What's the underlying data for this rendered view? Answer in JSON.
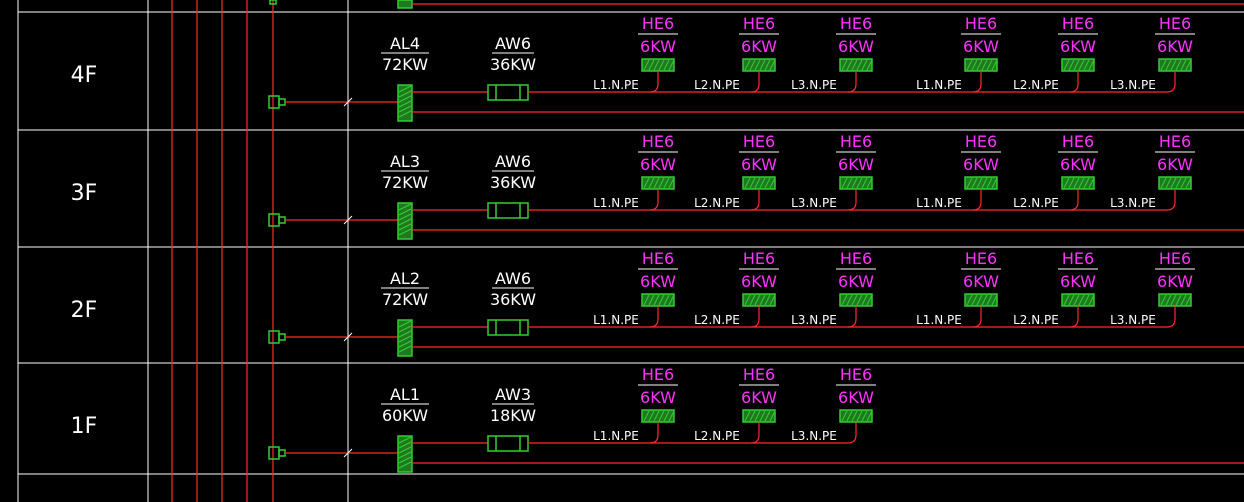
{
  "colors": {
    "background": "#000000",
    "grid": "#ffffff",
    "wire": "#ff2a2a",
    "equipment": "#33cc33",
    "equipment_fill": "#1e7a1e",
    "load_label": "#ff33ff",
    "text": "#ffffff"
  },
  "floors": [
    {
      "label": "4F",
      "panel": {
        "name": "AL4",
        "power": "72KW"
      },
      "meter": {
        "name": "AW6",
        "power": "36KW"
      },
      "loads": [
        {
          "name": "HE6",
          "power": "6KW",
          "phase": "L1.N.PE"
        },
        {
          "name": "HE6",
          "power": "6KW",
          "phase": "L2.N.PE"
        },
        {
          "name": "HE6",
          "power": "6KW",
          "phase": "L3.N.PE"
        },
        {
          "name": "HE6",
          "power": "6KW",
          "phase": "L1.N.PE"
        },
        {
          "name": "HE6",
          "power": "6KW",
          "phase": "L2.N.PE"
        },
        {
          "name": "HE6",
          "power": "6KW",
          "phase": "L3.N.PE"
        }
      ]
    },
    {
      "label": "3F",
      "panel": {
        "name": "AL3",
        "power": "72KW"
      },
      "meter": {
        "name": "AW6",
        "power": "36KW"
      },
      "loads": [
        {
          "name": "HE6",
          "power": "6KW",
          "phase": "L1.N.PE"
        },
        {
          "name": "HE6",
          "power": "6KW",
          "phase": "L2.N.PE"
        },
        {
          "name": "HE6",
          "power": "6KW",
          "phase": "L3.N.PE"
        },
        {
          "name": "HE6",
          "power": "6KW",
          "phase": "L1.N.PE"
        },
        {
          "name": "HE6",
          "power": "6KW",
          "phase": "L2.N.PE"
        },
        {
          "name": "HE6",
          "power": "6KW",
          "phase": "L3.N.PE"
        }
      ]
    },
    {
      "label": "2F",
      "panel": {
        "name": "AL2",
        "power": "72KW"
      },
      "meter": {
        "name": "AW6",
        "power": "36KW"
      },
      "loads": [
        {
          "name": "HE6",
          "power": "6KW",
          "phase": "L1.N.PE"
        },
        {
          "name": "HE6",
          "power": "6KW",
          "phase": "L2.N.PE"
        },
        {
          "name": "HE6",
          "power": "6KW",
          "phase": "L3.N.PE"
        },
        {
          "name": "HE6",
          "power": "6KW",
          "phase": "L1.N.PE"
        },
        {
          "name": "HE6",
          "power": "6KW",
          "phase": "L2.N.PE"
        },
        {
          "name": "HE6",
          "power": "6KW",
          "phase": "L3.N.PE"
        }
      ]
    },
    {
      "label": "1F",
      "panel": {
        "name": "AL1",
        "power": "60KW"
      },
      "meter": {
        "name": "AW3",
        "power": "18KW"
      },
      "loads": [
        {
          "name": "HE6",
          "power": "6KW",
          "phase": "L1.N.PE"
        },
        {
          "name": "HE6",
          "power": "6KW",
          "phase": "L2.N.PE"
        },
        {
          "name": "HE6",
          "power": "6KW",
          "phase": "L3.N.PE"
        }
      ]
    }
  ]
}
